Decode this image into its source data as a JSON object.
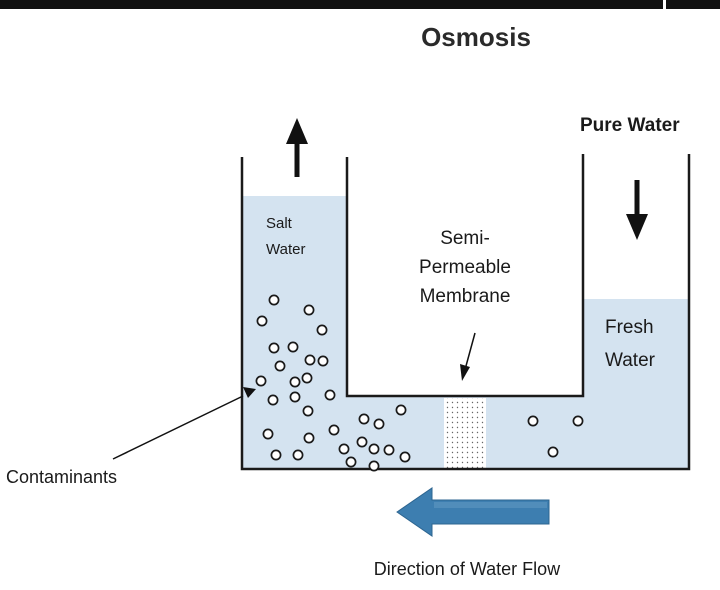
{
  "title": "Osmosis",
  "labels": {
    "pure_water": "Pure Water",
    "salt_water_line1": "Salt",
    "salt_water_line2": "Water",
    "membrane_line1": "Semi-",
    "membrane_line2": "Permeable",
    "membrane_line3": "Membrane",
    "fresh_water_line1": "Fresh",
    "fresh_water_line2": "Water",
    "contaminants": "Contaminants",
    "flow_direction": "Direction of Water Flow"
  },
  "colors": {
    "water": "#d4e3f0",
    "flow_arrow": "#3d7eb0",
    "outline": "#1a1a1a"
  },
  "icons": {
    "rising_arrow": "arrow-up-icon",
    "falling_arrow": "arrow-down-icon",
    "flow_arrow": "arrow-left-icon"
  }
}
